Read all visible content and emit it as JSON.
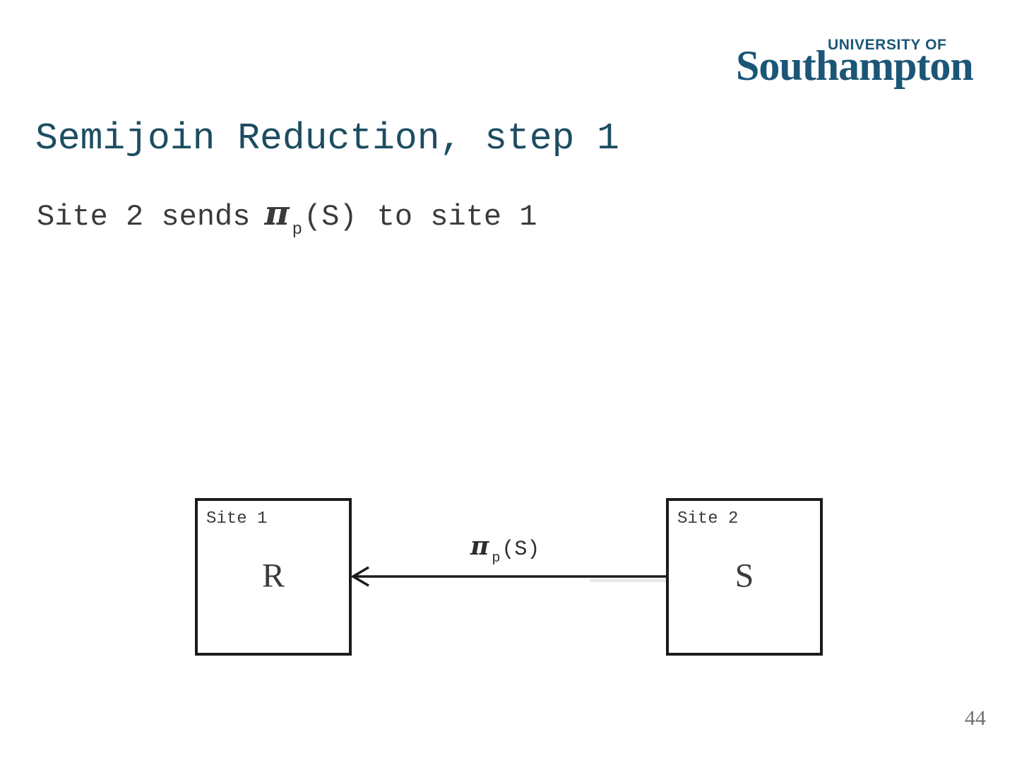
{
  "slide": {
    "title": "Semijoin Reduction, step 1",
    "page_number": "44"
  },
  "logo": {
    "top_line": "UNIVERSITY OF",
    "name": "Southampton"
  },
  "subtitle": {
    "prefix": "Site 2 sends",
    "pi": "π",
    "pi_sub": "p",
    "pi_arg": "(S)",
    "suffix": "to site 1"
  },
  "diagram": {
    "site1": {
      "label": "Site 1",
      "relation": "R"
    },
    "site2": {
      "label": "Site 2",
      "relation": "S"
    },
    "arrow_label": {
      "pi": "π",
      "pi_sub": "p",
      "pi_arg": "(S)"
    },
    "arrow_direction": "site2-to-site1"
  },
  "colors": {
    "logo_blue": "#1b5677",
    "title_teal": "#1d4d61",
    "body_text": "#3a3a3a",
    "box_border": "#1b1b1b",
    "page_number_gray": "#70707a"
  }
}
